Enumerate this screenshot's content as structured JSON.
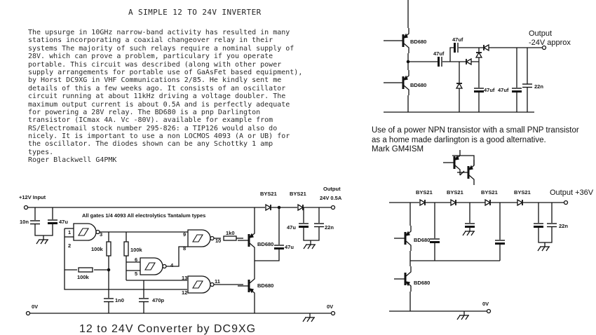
{
  "article": {
    "title": "A SIMPLE 12 TO 24V INVERTER",
    "lines": [
      "The upsurge in 10GHz narrow-band activity has resulted in many",
      "stations incorporating a coaxial changeover relay in their",
      "systems  The majority of such relays require a nominal supply of",
      "28V. which can prove a problem, particulary if you operate",
      "portable.  This circuit was described (along with other power",
      "supply arrangements for portable use of GaAsFet based equipment),",
      "by Horst DC9XG in VHF Communications 2/85.  He kindly sent me",
      "details of this a few weeks ago. It consists of an oscillator",
      "circuit running at about 11kHz driving a voltage doubler. The",
      "maximum output current is about 0.5A and is perfectly adequate",
      "for powering a 28V relay. The BD680 is a pnp Darlington",
      "transistor (ICmax 4A. Vc -80V). available for example from",
      "RS/Electromail stock number 295-826: a TIP126 would also do",
      "nicely. It is important to use a non LOCMOS 4093 (A or UB) for",
      "the oscillator.  The diodes shown can be any Schottky 1 amp",
      "types."
    ],
    "author": "Roger Blackwell G4PMK"
  },
  "negative_circuit": {
    "transistor_1": "BD680",
    "transistor_2": "BD680",
    "cap_1": "47uf",
    "cap_2": "47uf",
    "cap_3": "47uf",
    "cap_4": "47uf",
    "cap_5": "22n",
    "output_label": "Output",
    "output_value": "-24V approx"
  },
  "alternative_note": {
    "lines": [
      "Use of a power NPN transistor with a small PNP transistor",
      "as a home made darlington is a good alternative."
    ],
    "author": "Mark GM4ISM"
  },
  "converter_circuit": {
    "input_label": "+12V Input",
    "note": "All gates 1/4 4093 All electrolytics Tantalum types",
    "c_10n": "10n",
    "c_47u_in": "47u",
    "r1": "100k",
    "r2": "100k",
    "r3": "100k",
    "r_1k0": "1k0",
    "c_1n0": "1n0",
    "c_470p": "470p",
    "c_47u_pump": "47u",
    "c_47u_out": "47u",
    "c_22n": "22n",
    "diode_1": "BYS21",
    "diode_2": "BYS21",
    "transistor_1": "BD680",
    "transistor_2": "BD680",
    "output_label": "Output",
    "output_value": "24V  0.5A",
    "zero_v_left": "0V",
    "zero_v_right": "0V",
    "pins": [
      "1",
      "2",
      "3",
      "9",
      "8",
      "10",
      "6",
      "5",
      "4",
      "13",
      "12",
      "11"
    ],
    "caption": "12 to 24V Converter by DC9XG"
  },
  "triple_circuit": {
    "diodes": [
      "BYS21",
      "BYS21",
      "BYS21",
      "BYS21"
    ],
    "output": "Output +36V",
    "transistor_1": "BD680",
    "transistor_2": "BD680",
    "c_22n": "22n",
    "zero_v": "0V"
  }
}
